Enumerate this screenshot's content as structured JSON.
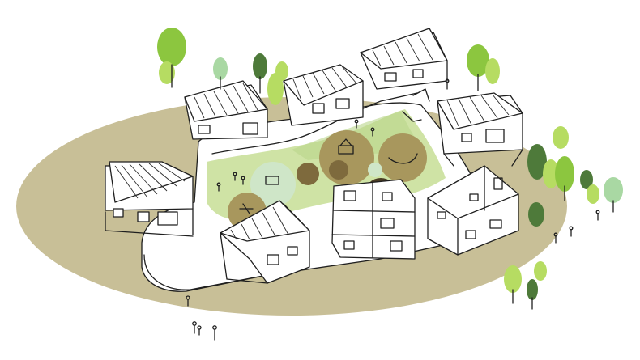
{
  "palette": {
    "background": "#ffffff",
    "ground": "#c8bf97",
    "lawn": "#cfe3a5",
    "lawn_dark": "#b9d68a",
    "circle_green": "#bcd79a",
    "circle_mint": "#cfe6c8",
    "circle_olive": "#a8975d",
    "circle_brown": "#7e6a3d",
    "tree_light": "#b6dc62",
    "tree_mid": "#8cc63f",
    "tree_dark": "#4e7a3a",
    "tree_pale": "#a9d8a3",
    "building": "#ffffff",
    "ink": "#1f1f1f"
  },
  "scene": {
    "description_items": [
      "building-west",
      "building-northwest",
      "building-north-center",
      "building-north-east",
      "building-east",
      "building-southeast-cutaway",
      "building-south-center",
      "building-southwest"
    ]
  }
}
